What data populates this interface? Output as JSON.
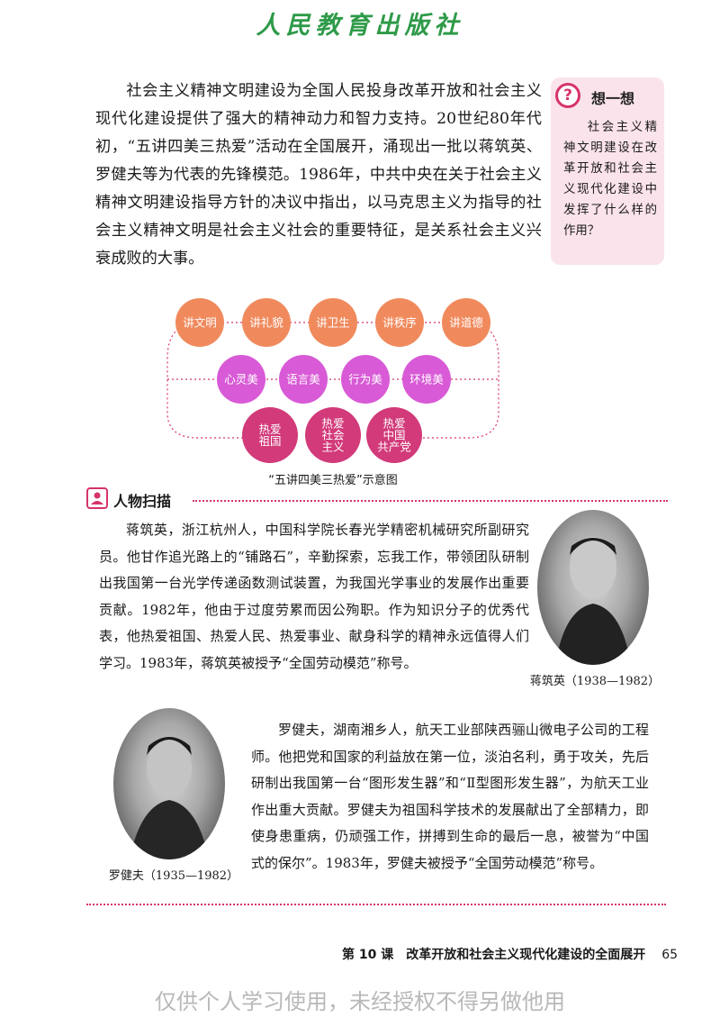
{
  "header": {
    "publisher": "人民教育出版社"
  },
  "main": {
    "paragraph": "社会主义精神文明建设为全国人民投身改革开放和社会主义现代化建设提供了强大的精神动力和智力支持。20世纪80年代初，“五讲四美三热爱”活动在全国展开，涌现出一批以蒋筑英、罗健夫等为代表的先锋模范。1986年，中共中央在关于社会主义精神文明建设指导方针的决议中指出，以马克思主义为指导的社会主义精神文明是社会主义社会的重要特征，是关系社会主义兴衰成败的大事。"
  },
  "think": {
    "title": "想一想",
    "body": "社会主义精神文明建设在改革开放和社会主义现代化建设中发挥了什么样的作用？"
  },
  "diagram": {
    "caption": "“五讲四美三热爱”示意图",
    "row1": [
      "讲文明",
      "讲礼貌",
      "讲卫生",
      "讲秩序",
      "讲道德"
    ],
    "row2": [
      "心灵美",
      "语言美",
      "行为美",
      "环境美"
    ],
    "row3": [
      [
        "热爱",
        "祖国"
      ],
      [
        "热爱",
        "社会",
        "主义"
      ],
      [
        "热爱",
        "中国",
        "共产党"
      ]
    ],
    "colors": {
      "row1": "#f08a5d",
      "row2": "#d85ad6",
      "row3": "#d23a7a",
      "line": "#d6336c"
    }
  },
  "profiles": {
    "title": "人物扫描",
    "person1": {
      "text": "蒋筑英，浙江杭州人，中国科学院长春光学精密机械研究所副研究员。他甘作追光路上的“铺路石”，辛勤探索，忘我工作，带领团队研制出我国第一台光学传递函数测试装置，为我国光学事业的发展作出重要贡献。1982年，他由于过度劳累而因公殉职。作为知识分子的优秀代表，他热爱祖国、热爱人民、热爱事业、献身科学的精神永远值得人们学习。1983年，蒋筑英被授予“全国劳动模范”称号。",
      "caption": "蒋筑英（1938—1982）"
    },
    "person2": {
      "text": "罗健夫，湖南湘乡人，航天工业部陕西骊山微电子公司的工程师。他把党和国家的利益放在第一位，淡泊名利，勇于攻关，先后研制出我国第一台“图形发生器”和“Ⅱ型图形发生器”，为航天工业作出重大贡献。罗健夫为祖国科学技术的发展献出了全部精力，即使身患重病，仍顽强工作，拼搏到生命的最后一息，被誉为“中国式的保尔”。1983年，罗健夫被授予“全国劳动模范”称号。",
      "caption": "罗健夫（1935—1982）"
    }
  },
  "footer": {
    "lesson": "第 10 课　改革开放和社会主义现代化建设的全面展开",
    "page": "65"
  },
  "watermark": "仅供个人学习使用，未经授权不得另做他用"
}
